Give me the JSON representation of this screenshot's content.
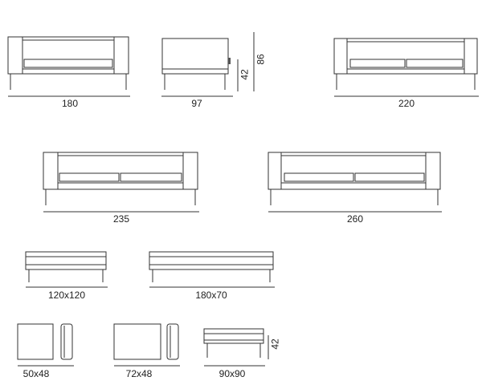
{
  "sofas": [
    {
      "width_label": "180"
    },
    {
      "width_label": "220"
    },
    {
      "width_label": "235"
    },
    {
      "width_label": "260"
    }
  ],
  "side_view": {
    "depth_label": "97",
    "seat_height_label": "42",
    "total_height_label": "86"
  },
  "benches": [
    {
      "size_label": "120x120"
    },
    {
      "size_label": "180x70"
    }
  ],
  "poufs": [
    {
      "size_label": "50x48"
    },
    {
      "size_label": "72x48"
    },
    {
      "size_label": "90x90",
      "height_label": "42"
    }
  ]
}
